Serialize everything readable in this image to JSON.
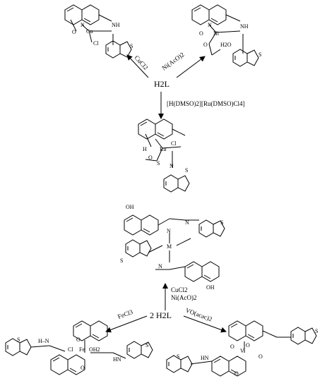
{
  "scheme": {
    "ligand_top": "H2L",
    "ligand_bottom": "2 H2L",
    "reagents": {
      "cu_top": "CuCl2",
      "ni_top": "Ni(AcO)2",
      "ru": "[H(DMSO)2][Ru(DMSO)Cl4]",
      "cucl2_bottom": "CuCl2",
      "niaco_bottom": "Ni(AcO)2",
      "fecl3": "FeCl3",
      "vo": "VO(acac)2"
    },
    "atoms": {
      "cu": "Cu",
      "ni": "Ni",
      "ru": "Ru",
      "fe": "Fe",
      "v": "V",
      "m": "M",
      "cl": "Cl",
      "oh2": "OH2",
      "h2o": "H2O",
      "n": "N",
      "nh": "NH",
      "s": "S",
      "o": "O",
      "oh": "OH",
      "h": "H",
      "hn": "HN",
      "hn_dash": "H–N"
    }
  }
}
